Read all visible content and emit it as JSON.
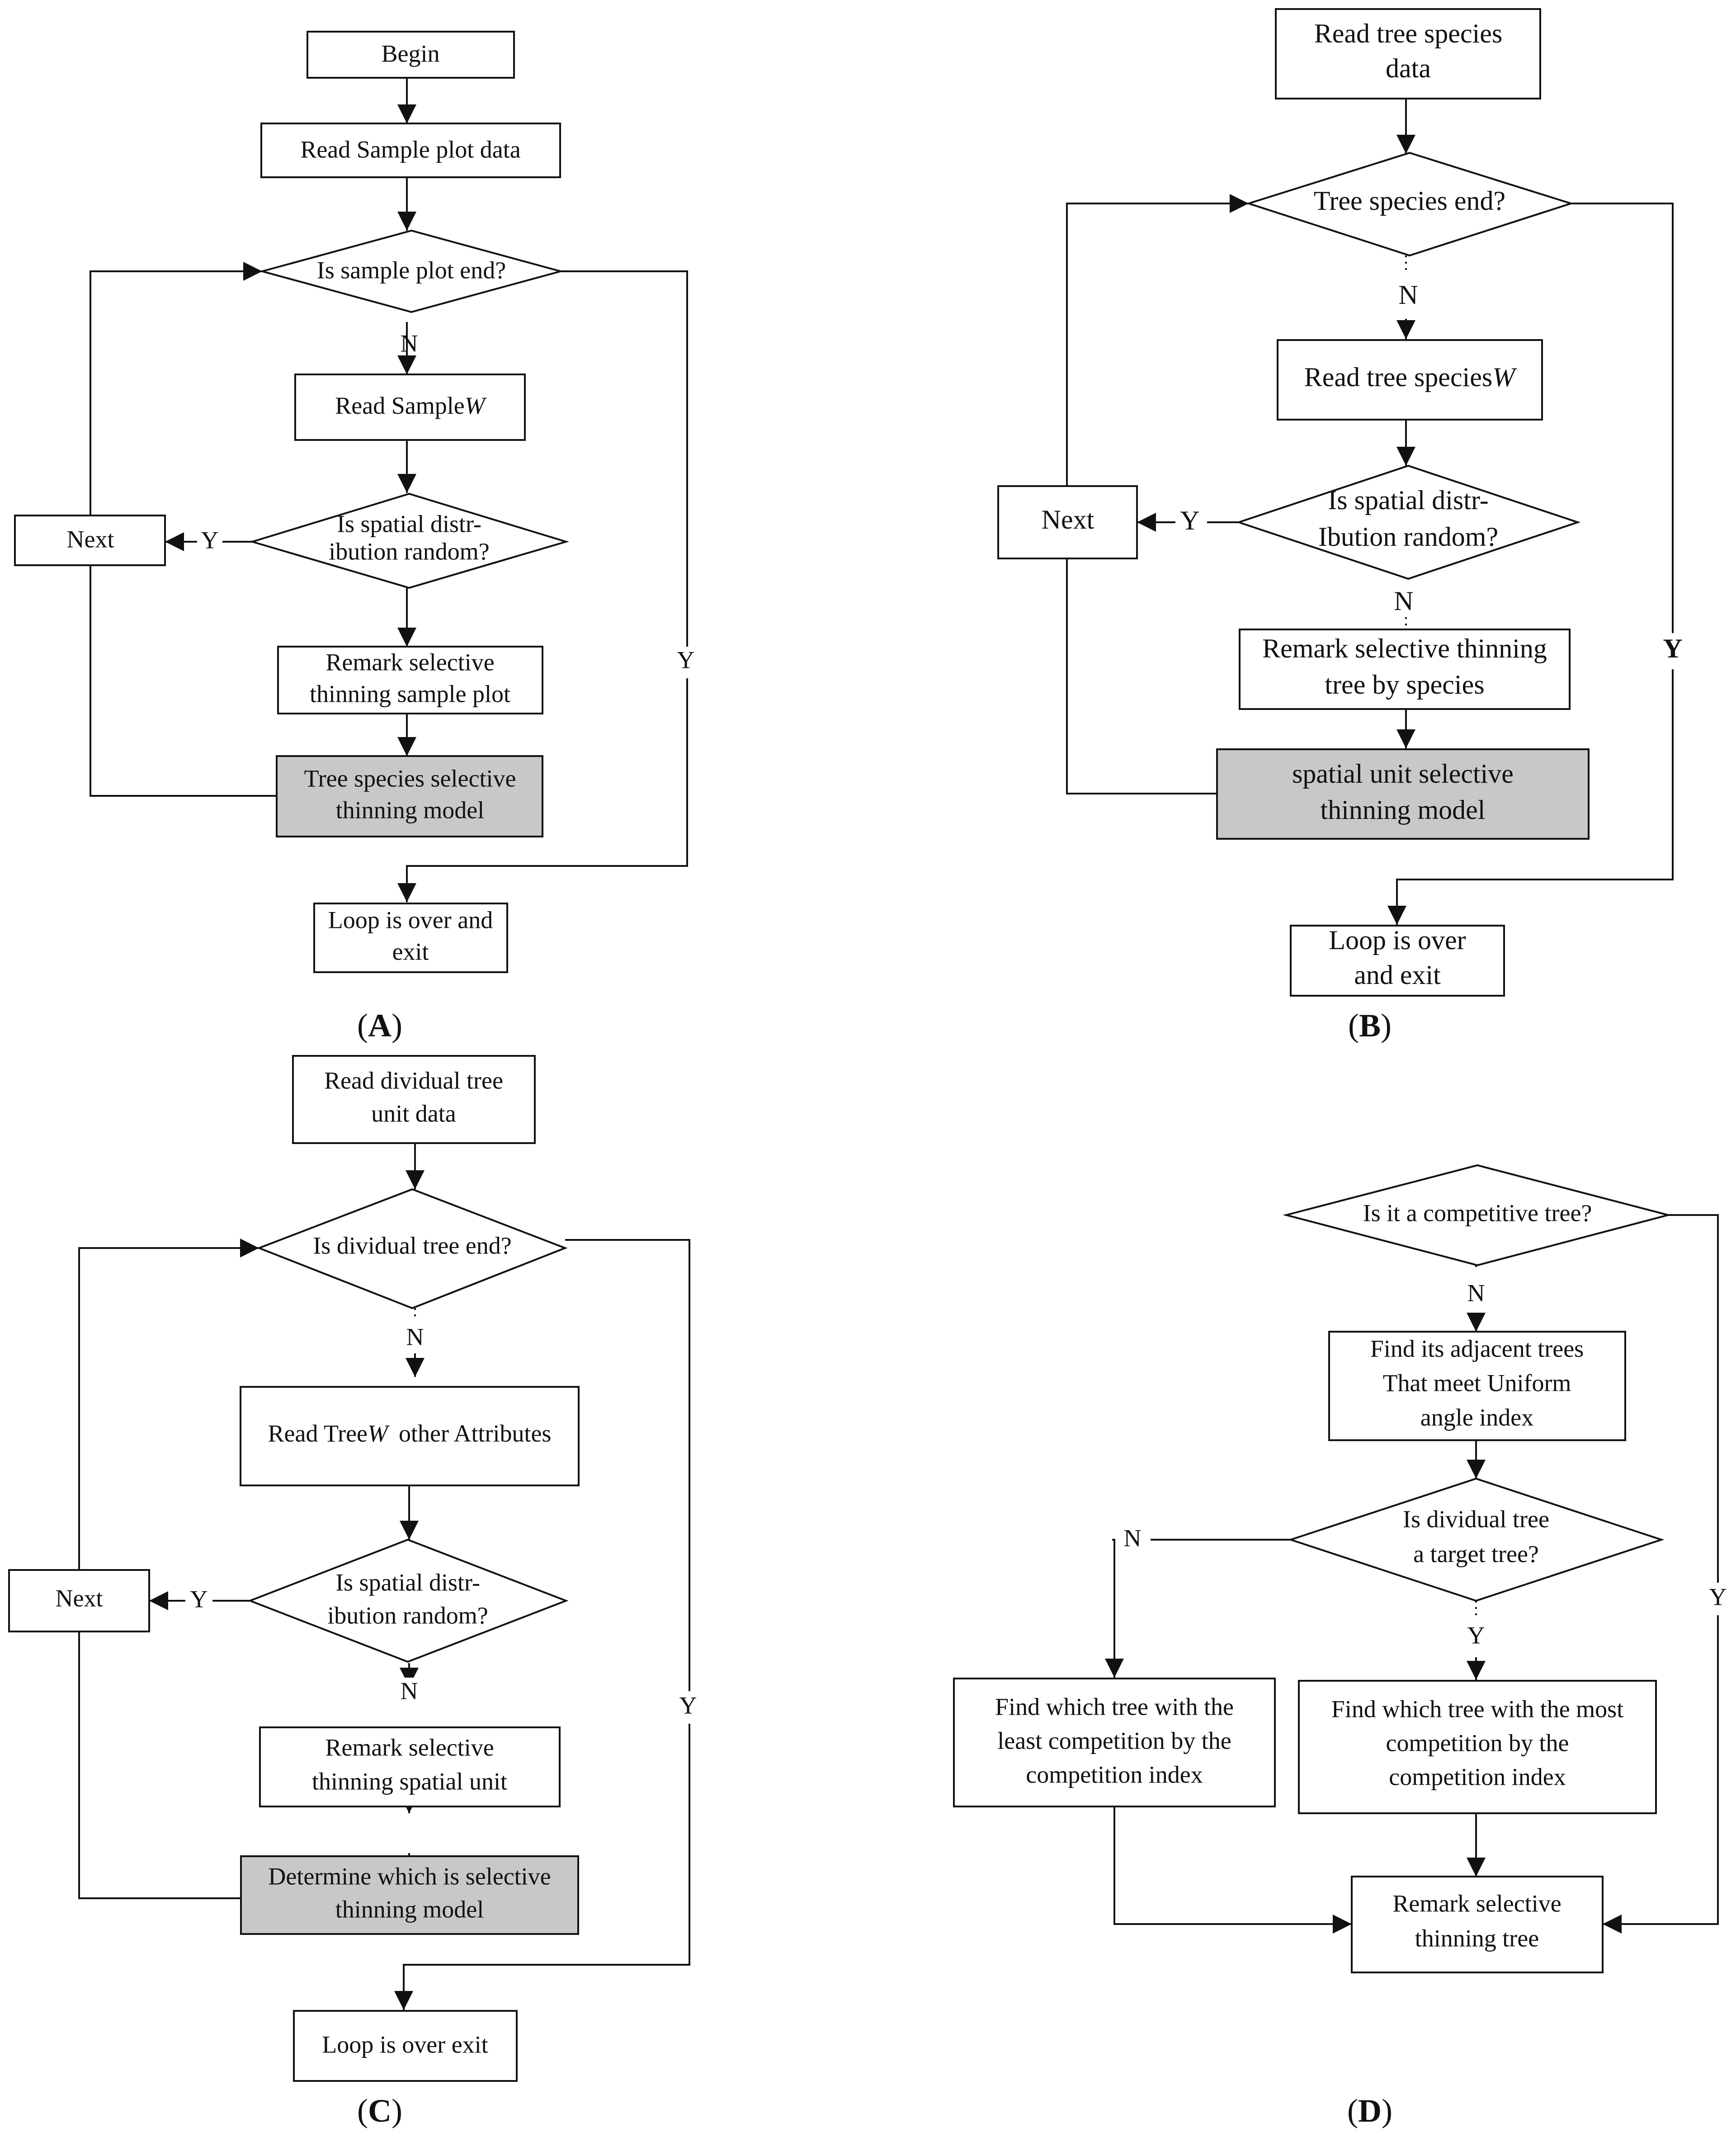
{
  "panels": {
    "a": {
      "caption_letter": "A",
      "begin": "Begin",
      "read_plot": "Read Sample plot data",
      "plot_end": "Is sample plot end?",
      "read_sample": "Read Sample",
      "w": "W",
      "spatial_1": "Is spatial distr-",
      "spatial_2": "ibution random?",
      "next": "Next",
      "remark_1": "Remark selective",
      "remark_2": "thinning sample plot",
      "model_1": "Tree species selective",
      "model_2": "thinning  model",
      "exit_1": "Loop is over and",
      "exit_2": "exit",
      "n": "N",
      "y_next": "Y",
      "y_exit": "Y"
    },
    "b": {
      "caption_letter": "B",
      "read_1": "Read tree species",
      "read_2": "data",
      "species_end": "Tree species end?",
      "read_species": "Read tree species",
      "w": "W",
      "spatial_1": "Is spatial distr-",
      "spatial_2": "Ibution random?",
      "next": "Next",
      "remark_1": "Remark selective thinning",
      "remark_2": "tree by species",
      "model_1": "spatial unit  selective",
      "model_2": "thinning  model",
      "exit_1": "Loop is over",
      "exit_2": "and exit",
      "n1": "N",
      "n2": "N",
      "y_next": "Y",
      "y_exit": "Y"
    },
    "c": {
      "caption_letter": "C",
      "read_1": "Read dividual tree",
      "read_2": "unit data",
      "tree_end": "Is dividual tree end?",
      "read_tree_pre": "Read Tree",
      "w": "W",
      "read_tree_post": "other Attributes",
      "spatial_1": "Is spatial distr-",
      "spatial_2": "ibution random?",
      "next": "Next",
      "remark_1": "Remark selective",
      "remark_2": "thinning spatial unit",
      "model_1": "Determine which is selective",
      "model_2": "thinning model",
      "exit": "Loop is over exit",
      "n1": "N",
      "n2": "N",
      "y_next": "Y",
      "y_exit": "Y"
    },
    "d": {
      "caption_letter": "D",
      "competitive": "Is it a competitive tree?",
      "adjacent_1": "Find its adjacent trees",
      "adjacent_2": "That meet Uniform",
      "adjacent_3": "angle index",
      "target_1": "Is dividual tree",
      "target_2": "a target tree?",
      "least_1": "Find which tree with the",
      "least_2": "least competition by the",
      "least_3": "competition index",
      "most_1": "Find which tree with the most",
      "most_2": "competition by the",
      "most_3": "competition index",
      "remark_1": "Remark selective",
      "remark_2": "thinning tree",
      "n1": "N",
      "n2": "N",
      "y1": "Y",
      "y2": "Y"
    }
  }
}
